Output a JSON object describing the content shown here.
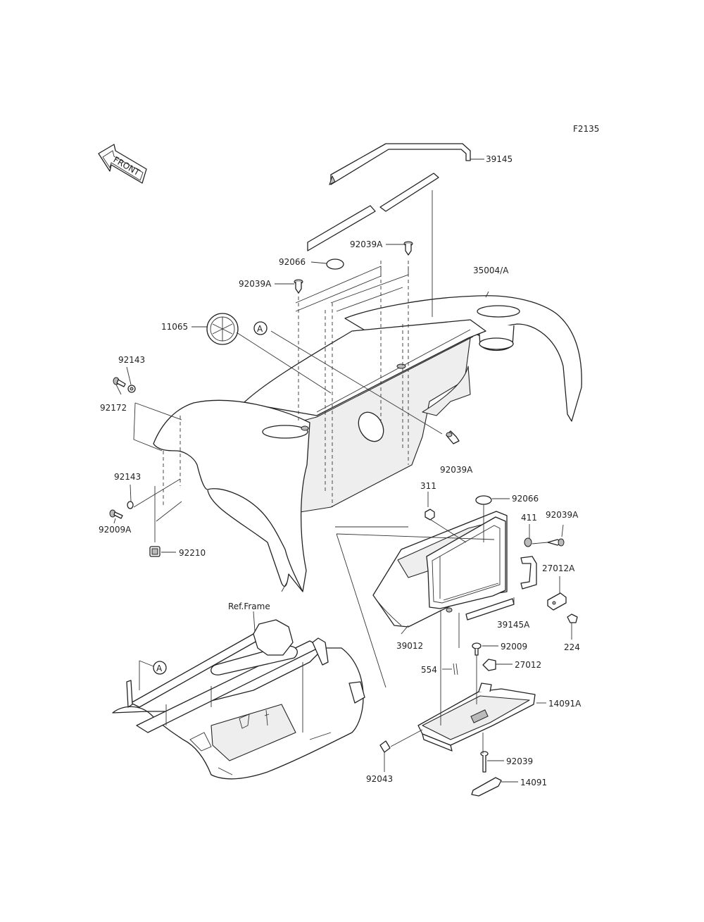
{
  "figure_code": "F2135",
  "front_arrow": {
    "text": "FRONT"
  },
  "ref_frame_label": "Ref.Frame",
  "callout_a": "A",
  "labels": {
    "p39145": "39145",
    "p92039A_top": "92039A",
    "p92066_top": "92066",
    "p92039A_left": "92039A",
    "p35004A": "35004/A",
    "p11065": "11065",
    "p92143_top": "92143",
    "p92172": "92172",
    "p92039A_mid": "92039A",
    "p92143_mid": "92143",
    "p92009A": "92009A",
    "p92210": "92210",
    "p311": "311",
    "p92066_right": "92066",
    "p411": "411",
    "p92039A_right": "92039A",
    "p27012A": "27012A",
    "p39145A": "39145A",
    "p224": "224",
    "p39012": "39012",
    "p92009": "92009",
    "p554": "554",
    "p27012": "27012",
    "p14091A": "14091A",
    "p92039": "92039",
    "p92043": "92043",
    "p14091": "14091"
  }
}
